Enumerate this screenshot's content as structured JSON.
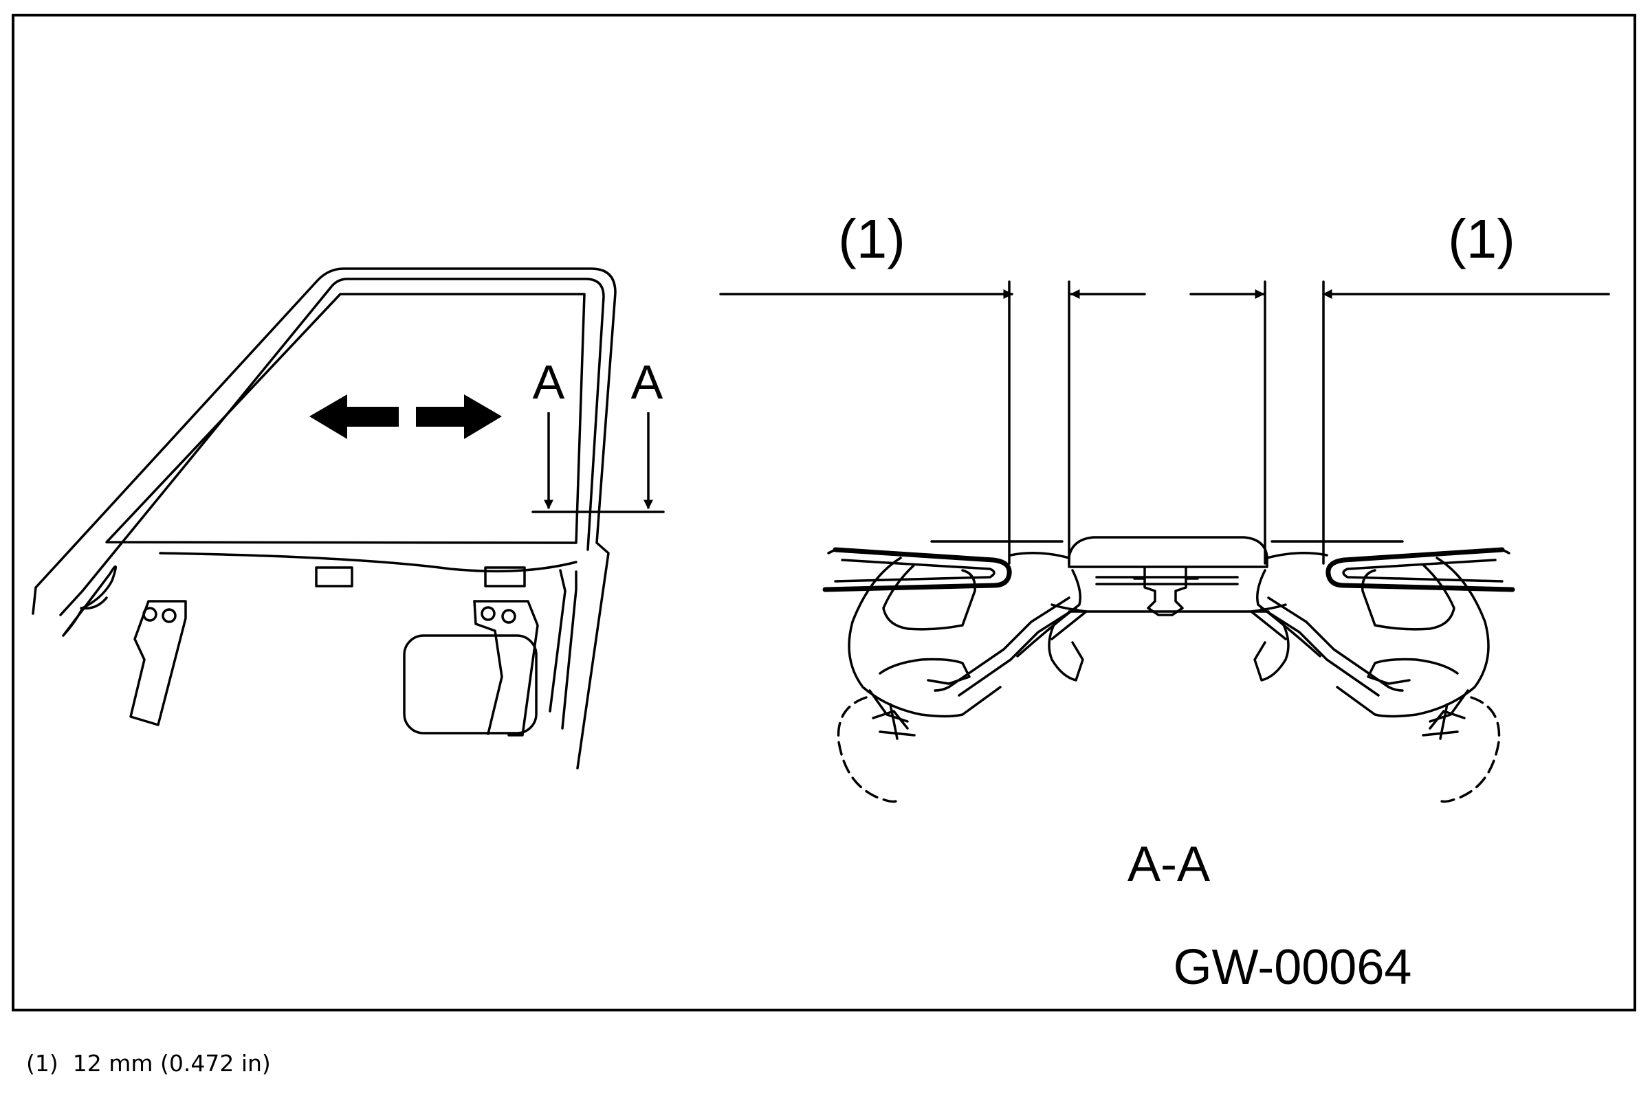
{
  "figure": {
    "door_view": {
      "section_marker_left": "A",
      "section_marker_right": "A"
    },
    "section_view": {
      "dimension_label_left": "(1)",
      "dimension_label_right": "(1)",
      "section_title": "A-A"
    },
    "figure_code": "GW-00064"
  },
  "legend": {
    "items": [
      {
        "key": "(1)",
        "text": "12 mm (0.472 in)"
      }
    ]
  },
  "colors": {
    "stroke": "#000000",
    "background": "#ffffff"
  }
}
